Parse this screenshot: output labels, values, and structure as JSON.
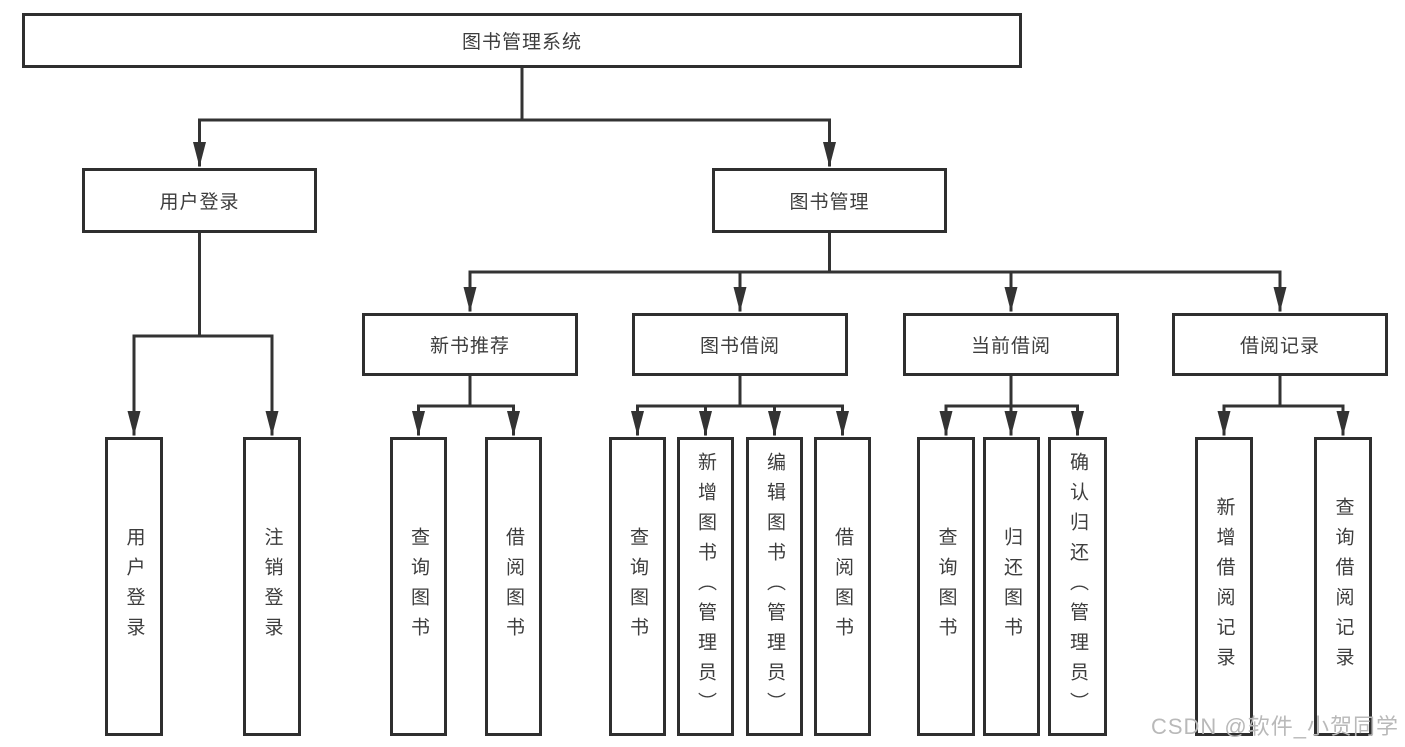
{
  "diagram": {
    "type": "hierarchy-tree",
    "root": {
      "label": "图书管理系统"
    },
    "level2": [
      {
        "label": "用户登录"
      },
      {
        "label": "图书管理"
      }
    ],
    "level3": [
      {
        "label": "新书推荐"
      },
      {
        "label": "图书借阅"
      },
      {
        "label": "当前借阅"
      },
      {
        "label": "借阅记录"
      }
    ],
    "leaves": {
      "user_login": [
        "用户登录",
        "注销登录"
      ],
      "new_book_recommend": [
        "查询图书",
        "借阅图书"
      ],
      "book_borrow": [
        "查询图书",
        "新增图书（管理员）",
        "编辑图书（管理员）",
        "借阅图书"
      ],
      "current_borrow": [
        "查询图书",
        "归还图书",
        "确认归还（管理员）"
      ],
      "borrow_records": [
        "新增借阅记录",
        "查询借阅记录"
      ]
    },
    "watermark": "CSDN @软件_小贺同学",
    "colors": {
      "line": "#333333",
      "border": "#2f2f2f",
      "text": "#3d3d3d",
      "watermark": "#b9b9b9",
      "background": "#ffffff"
    }
  }
}
